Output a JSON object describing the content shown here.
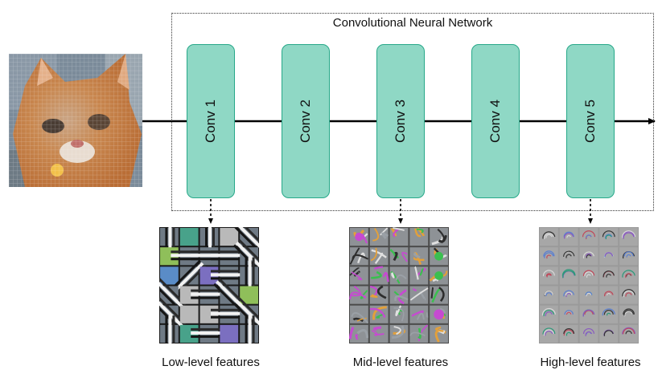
{
  "diagram": {
    "title": "Convolutional Neural Network",
    "layers": [
      {
        "label": "Conv 1"
      },
      {
        "label": "Conv 2"
      },
      {
        "label": "Conv 3"
      },
      {
        "label": "Conv 4"
      },
      {
        "label": "Conv 5"
      }
    ],
    "features": [
      {
        "label": "Low-level features"
      },
      {
        "label": "Mid-level features"
      },
      {
        "label": "High-level features"
      }
    ]
  },
  "colors": {
    "layer_fill": "#8fd8c5",
    "layer_border": "#27a889",
    "cat_orange": "#d48a48"
  }
}
